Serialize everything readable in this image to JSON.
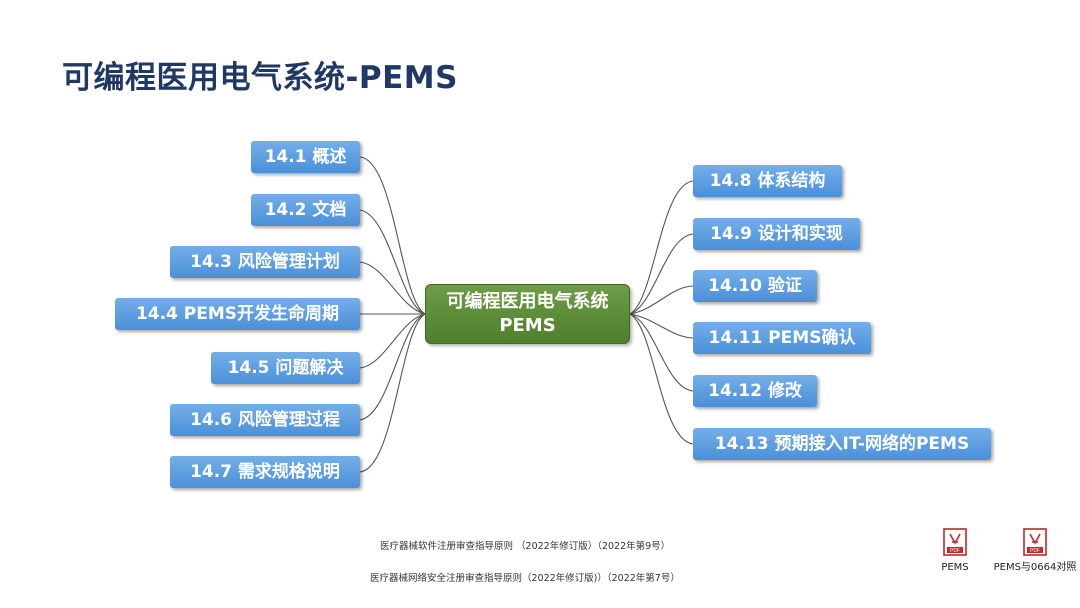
{
  "title": "可编程医用电气系统-PEMS",
  "center": {
    "line1": "可编程医用电气系统",
    "line2": "PEMS"
  },
  "left_nodes": [
    "14.1 概述",
    "14.2 文档",
    "14.3 风险管理计划",
    "14.4 PEMS开发生命周期",
    "14.5 问题解决",
    "14.6 风险管理过程",
    "14.7 需求规格说明"
  ],
  "right_nodes": [
    "14.8 体系结构",
    "14.9 设计和实现",
    "14.10 验证",
    "14.11 PEMS确认",
    "14.12 修改",
    "14.13 预期接入IT-网络的PEMS"
  ],
  "footnotes": [
    "医疗器械软件注册审查指导原则 （2022年修订版）（2022年第9号）",
    "医疗器械网络安全注册审查指导原则（2022年修订版)）（2022年第7号）"
  ],
  "attachments": [
    {
      "icon": "pdf-icon",
      "label": "PEMS"
    },
    {
      "icon": "pdf-icon",
      "label": "PEMS与0664对照"
    }
  ],
  "colors": {
    "title": "#1f3864",
    "node_blue": "#4a90d9",
    "center_green": "#5a8a34",
    "connector": "#555555"
  }
}
